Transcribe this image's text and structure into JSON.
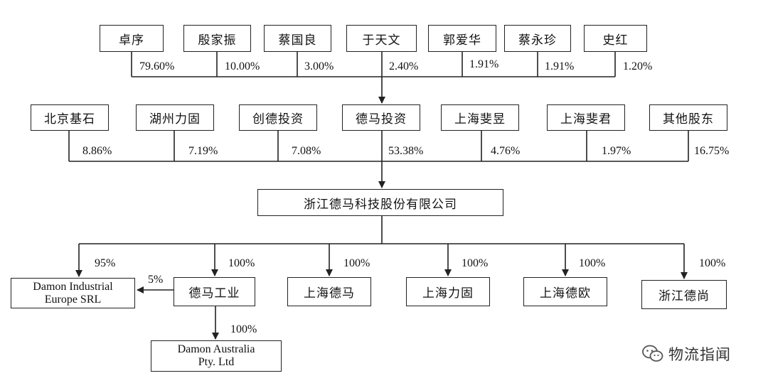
{
  "shareholders_top": [
    {
      "name": "卓序",
      "pct": "79.60%"
    },
    {
      "name": "殷家振",
      "pct": "10.00%"
    },
    {
      "name": "蔡国良",
      "pct": "3.00%"
    },
    {
      "name": "于天文",
      "pct": "2.40%"
    },
    {
      "name": "郭爱华",
      "pct": "1.91%"
    },
    {
      "name": "蔡永珍",
      "pct": "1.91%"
    },
    {
      "name": "史红",
      "pct": "1.20%"
    }
  ],
  "shareholders_mid": [
    {
      "name": "北京基石",
      "pct": "8.86%"
    },
    {
      "name": "湖州力固",
      "pct": "7.19%"
    },
    {
      "name": "创德投资",
      "pct": "7.08%"
    },
    {
      "name": "德马投资",
      "pct": "53.38%"
    },
    {
      "name": "上海斐昱",
      "pct": "4.76%"
    },
    {
      "name": "上海斐君",
      "pct": "1.97%"
    },
    {
      "name": "其他股东",
      "pct": "16.75%"
    }
  ],
  "company": {
    "name": "浙江德马科技股份有限公司"
  },
  "subsidiaries": [
    {
      "name_lines": [
        "Damon Industrial",
        "Europe SRL"
      ],
      "pct": "95%"
    },
    {
      "name": "德马工业",
      "pct": "100%"
    },
    {
      "name": "上海德马",
      "pct": "100%"
    },
    {
      "name": "上海力固",
      "pct": "100%"
    },
    {
      "name": "上海德欧",
      "pct": "100%"
    },
    {
      "name": "浙江德尚",
      "pct": "100%"
    }
  ],
  "secondary": {
    "europe_link_pct": "5%",
    "australia": {
      "name_lines": [
        "Damon Australia",
        "Pty. Ltd"
      ],
      "pct": "100%"
    }
  },
  "watermark": {
    "text": "物流指闻",
    "icon": "wechat-icon"
  },
  "colors": {
    "line": "#222222",
    "text": "#111111"
  }
}
